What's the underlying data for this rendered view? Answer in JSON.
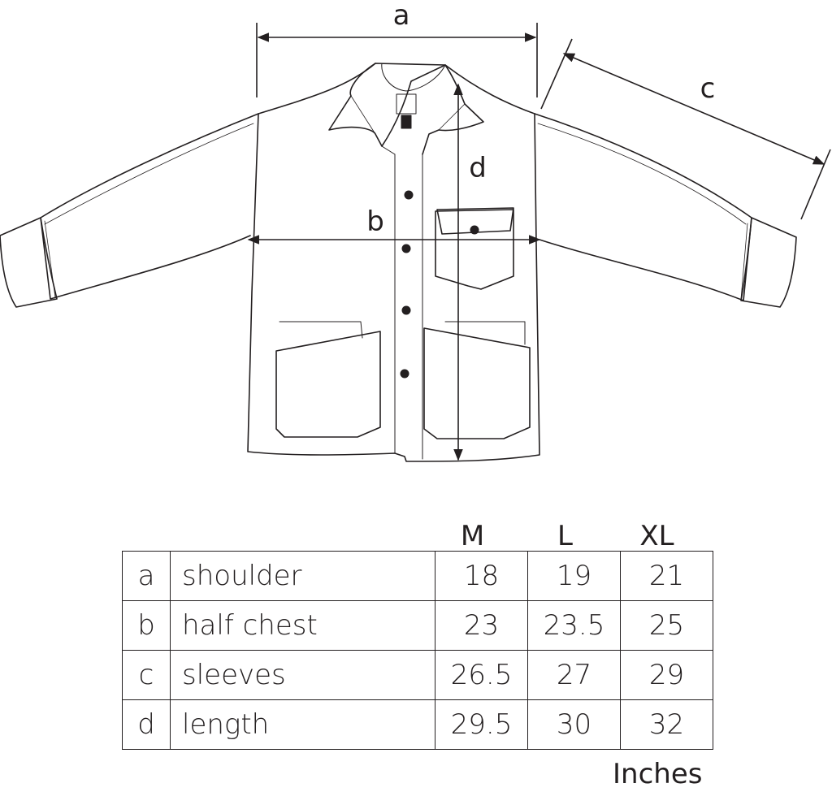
{
  "diagram": {
    "labels": {
      "a": "a",
      "b": "b",
      "c": "c",
      "d": "d"
    }
  },
  "table": {
    "columns": [
      "M",
      "L",
      "XL"
    ],
    "rows": [
      {
        "key": "a",
        "name": "shoulder",
        "values": [
          "18",
          "19",
          "21"
        ]
      },
      {
        "key": "b",
        "name": "half chest",
        "values": [
          "23",
          "23.5",
          "25"
        ]
      },
      {
        "key": "c",
        "name": "sleeves",
        "values": [
          "26.5",
          "27",
          "29"
        ]
      },
      {
        "key": "d",
        "name": "length",
        "values": [
          "29.5",
          "30",
          "32"
        ]
      }
    ],
    "unit": "Inches"
  }
}
